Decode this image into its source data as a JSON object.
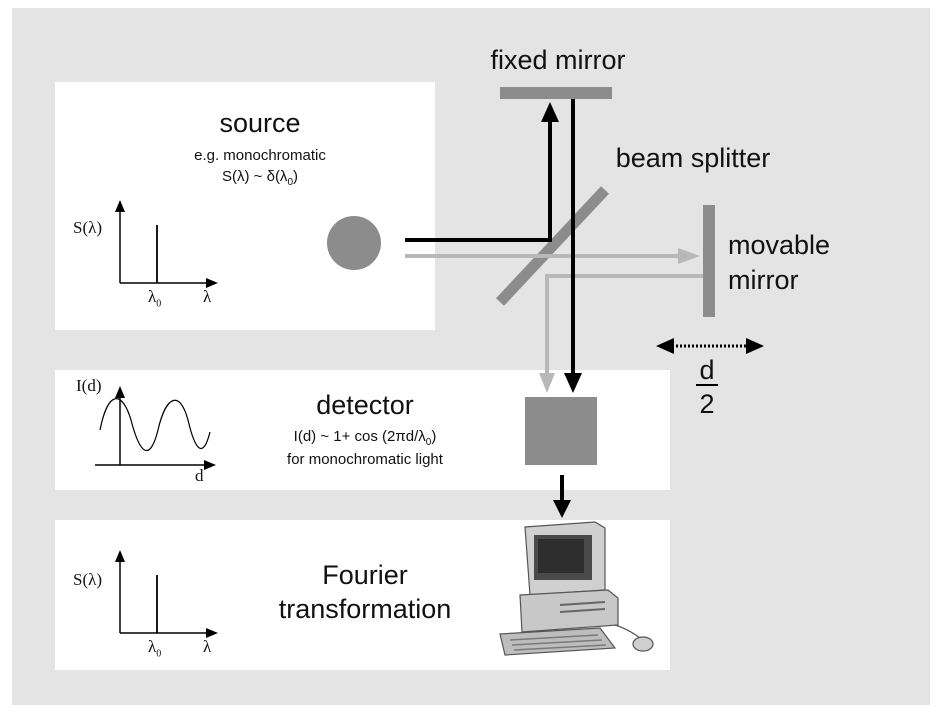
{
  "source": {
    "title": "source",
    "line1": "e.g. monochromatic",
    "line2": "S(λ) ~ δ(λ",
    "line2_sub": "0",
    "line2_end": ")",
    "graph_y": "S(λ)",
    "graph_tick": "λ",
    "graph_tick_sub": "0",
    "graph_x": "λ"
  },
  "components": {
    "fixed_mirror": "fixed mirror",
    "beam_splitter": "beam splitter",
    "movable_mirror_1": "movable",
    "movable_mirror_2": "mirror",
    "d_num": "d",
    "d_den": "2"
  },
  "detector": {
    "title": "detector",
    "line1": "I(d) ~ 1+ cos (2πd/λ",
    "line1_sub": "0",
    "line1_end": ")",
    "line2": "for monochromatic light",
    "graph_y": "I(d)",
    "graph_x": "d"
  },
  "fourier": {
    "title1": "Fourier",
    "title2": "transformation",
    "graph_y": "S(λ)",
    "graph_tick": "λ",
    "graph_tick_sub": "0",
    "graph_x": "λ"
  },
  "colors": {
    "background": "#e4e4e4",
    "panel": "#ffffff",
    "component_gray": "#8c8c8c",
    "beam_dark": "#000000",
    "beam_light": "#b8b8b8"
  },
  "icons": [
    "light-source-circle",
    "computer-icon",
    "double-arrow-icon"
  ]
}
